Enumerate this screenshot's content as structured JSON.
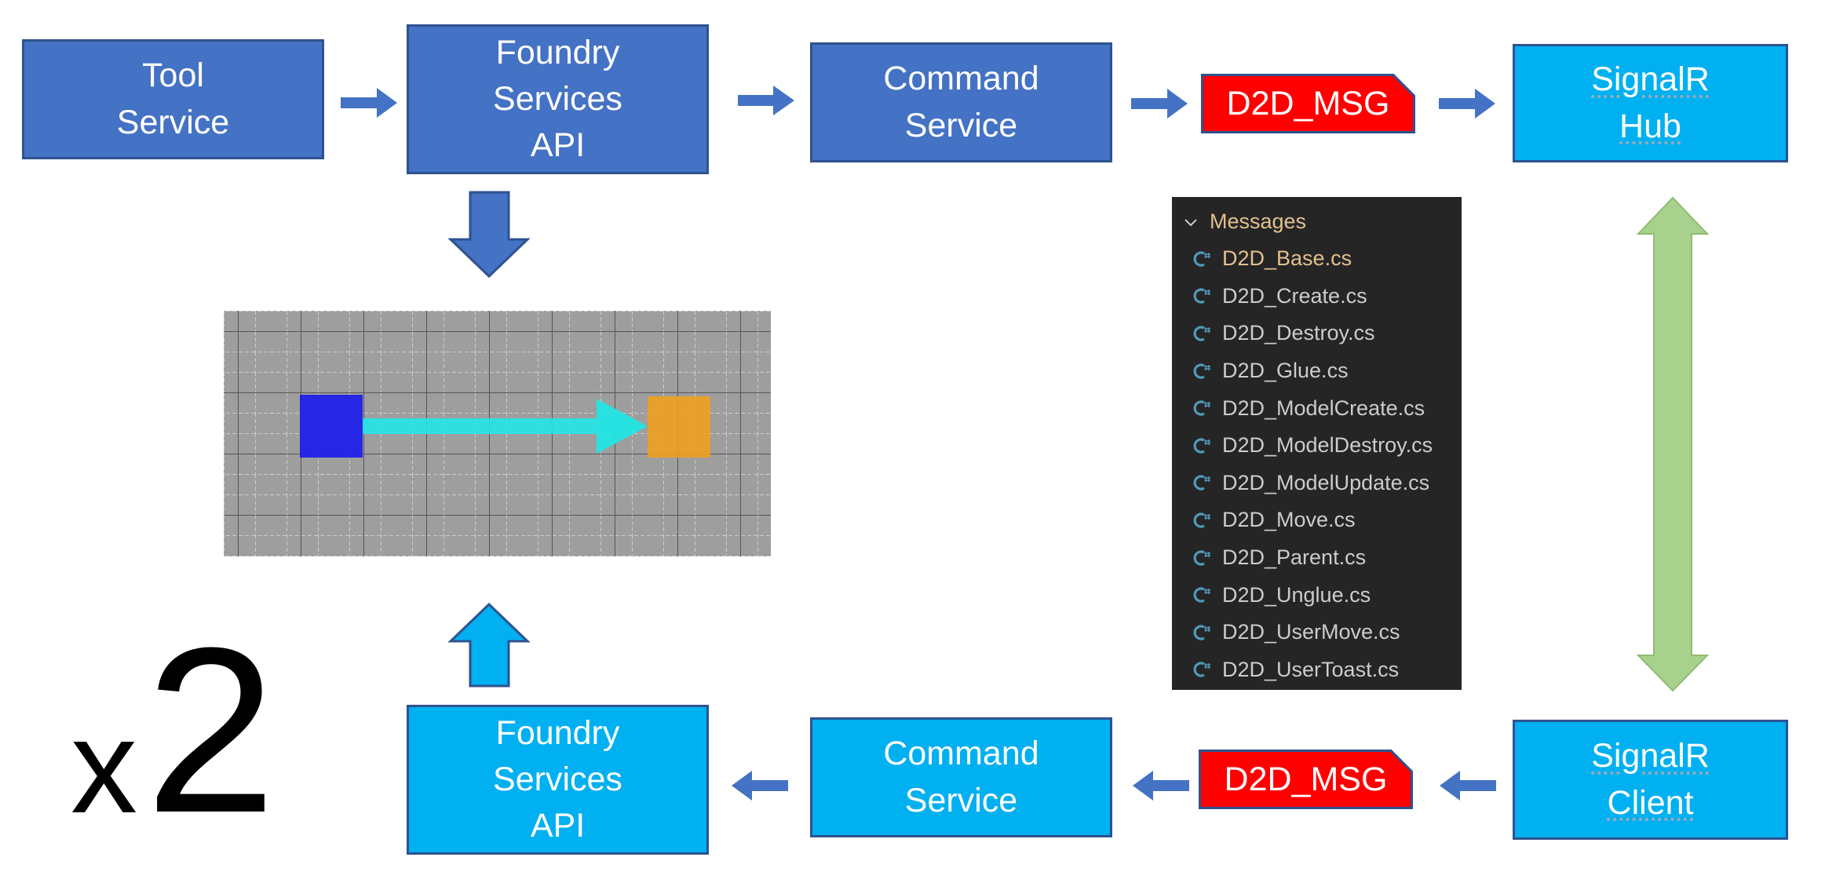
{
  "colors": {
    "dark_box": "#4472c4",
    "light_box": "#00b0f0",
    "message": "#ff0000",
    "arrow": "#4472c4",
    "sync_arrow": "#a9d18e",
    "explorer_bg": "#252526",
    "grid_blue": "#2020e8",
    "grid_cyan": "#22e6e6",
    "grid_orange": "#f0a020"
  },
  "top_row": {
    "tool_service": "Tool\nService",
    "foundry_api": "Foundry\nServices\nAPI",
    "command_service": "Command\nService",
    "message": "D2D_MSG",
    "signalr_hub": "SignalR\nHub"
  },
  "bottom_row": {
    "foundry_api": "Foundry\nServices\nAPI",
    "command_service": "Command\nService",
    "message": "D2D_MSG",
    "signalr_client": "SignalR\nClient"
  },
  "explorer": {
    "folder": "Messages",
    "files": [
      "D2D_Base.cs",
      "D2D_Create.cs",
      "D2D_Destroy.cs",
      "D2D_Glue.cs",
      "D2D_ModelCreate.cs",
      "D2D_ModelDestroy.cs",
      "D2D_ModelUpdate.cs",
      "D2D_Move.cs",
      "D2D_Parent.cs",
      "D2D_Unglue.cs",
      "D2D_UserMove.cs",
      "D2D_UserToast.cs"
    ],
    "file_icon": "csharp-file-icon",
    "folder_icon": "chevron-down-icon"
  },
  "multiplier": {
    "x": "x",
    "n": "2"
  }
}
